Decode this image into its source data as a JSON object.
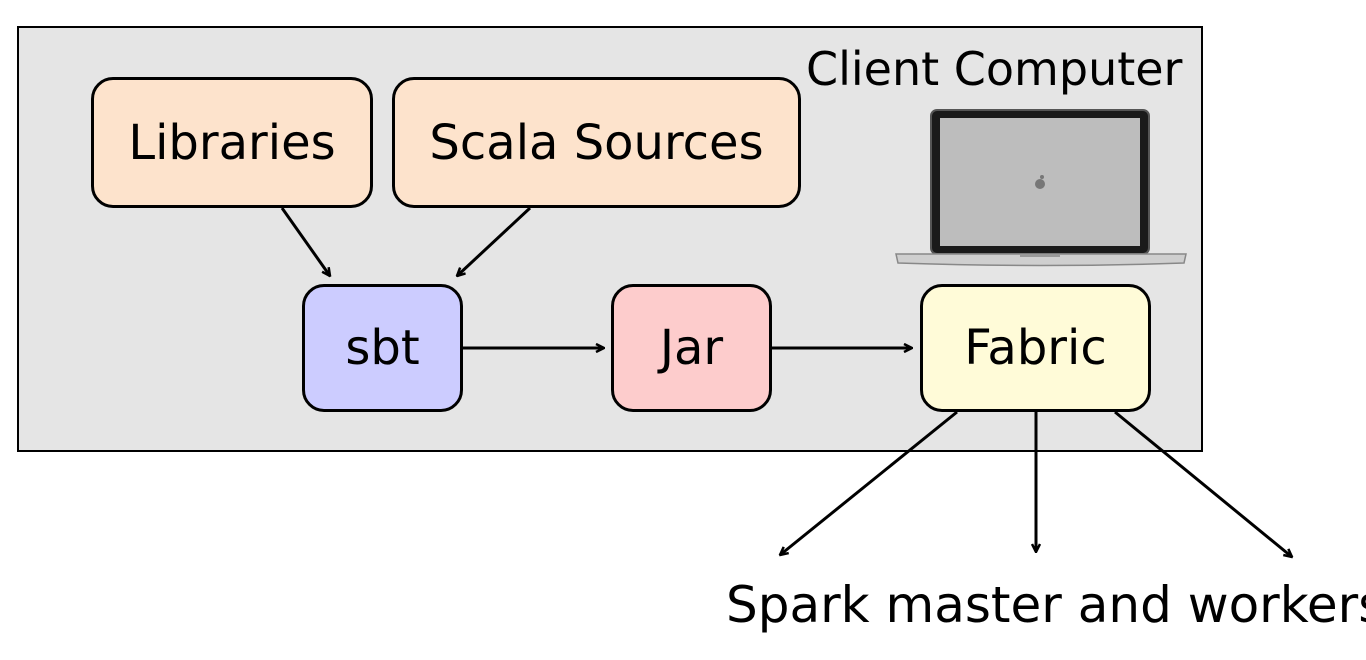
{
  "client": {
    "title": "Client Computer"
  },
  "nodes": {
    "libraries": "Libraries",
    "sources": "Scala Sources",
    "sbt": "sbt",
    "jar": "Jar",
    "fabric": "Fabric"
  },
  "footer": {
    "label": "Spark master and workers."
  },
  "laptop": {
    "icon": "laptop-icon",
    "logo_icon": "apple-logo-icon"
  },
  "colors": {
    "client_box": "#e5e5e5",
    "libraries": "#fde3cc",
    "sources": "#fde3cc",
    "sbt": "#ccccff",
    "jar": "#fdcccc",
    "fabric": "#fffbd8"
  }
}
